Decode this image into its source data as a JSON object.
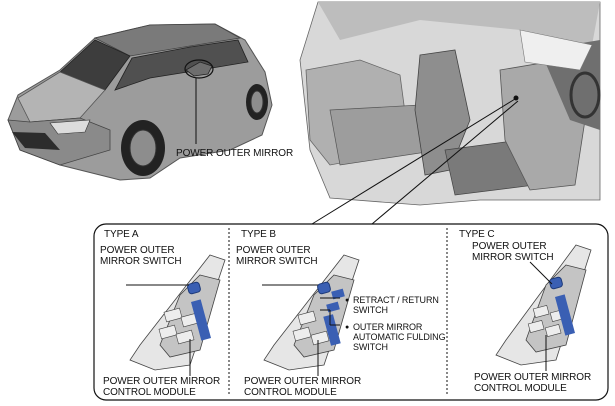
{
  "top": {
    "car_label": "POWER OUTER MIRROR"
  },
  "panels": [
    {
      "type_label": "TYPE A",
      "switch_label": "POWER OUTER\nMIRROR SWITCH",
      "module_label": "POWER OUTER MIRROR\nCONTROL MODULE"
    },
    {
      "type_label": "TYPE B",
      "switch_label": "POWER OUTER\nMIRROR SWITCH",
      "retract_label": "RETRACT / RETURN\nSWITCH",
      "folding_label": "OUTER MIRROR\nAUTOMATIC FULDING\nSWITCH",
      "module_label": "POWER OUTER MIRROR\nCONTROL MODULE"
    },
    {
      "type_label": "TYPE C",
      "switch_label": "POWER OUTER\nMIRROR SWITCH",
      "module_label": "POWER OUTER MIRROR\nCONTROL MODULE"
    }
  ],
  "colors": {
    "switch_blue": "#3a5fb3",
    "panel_gray": "#cfcfcf",
    "line": "#111111"
  }
}
